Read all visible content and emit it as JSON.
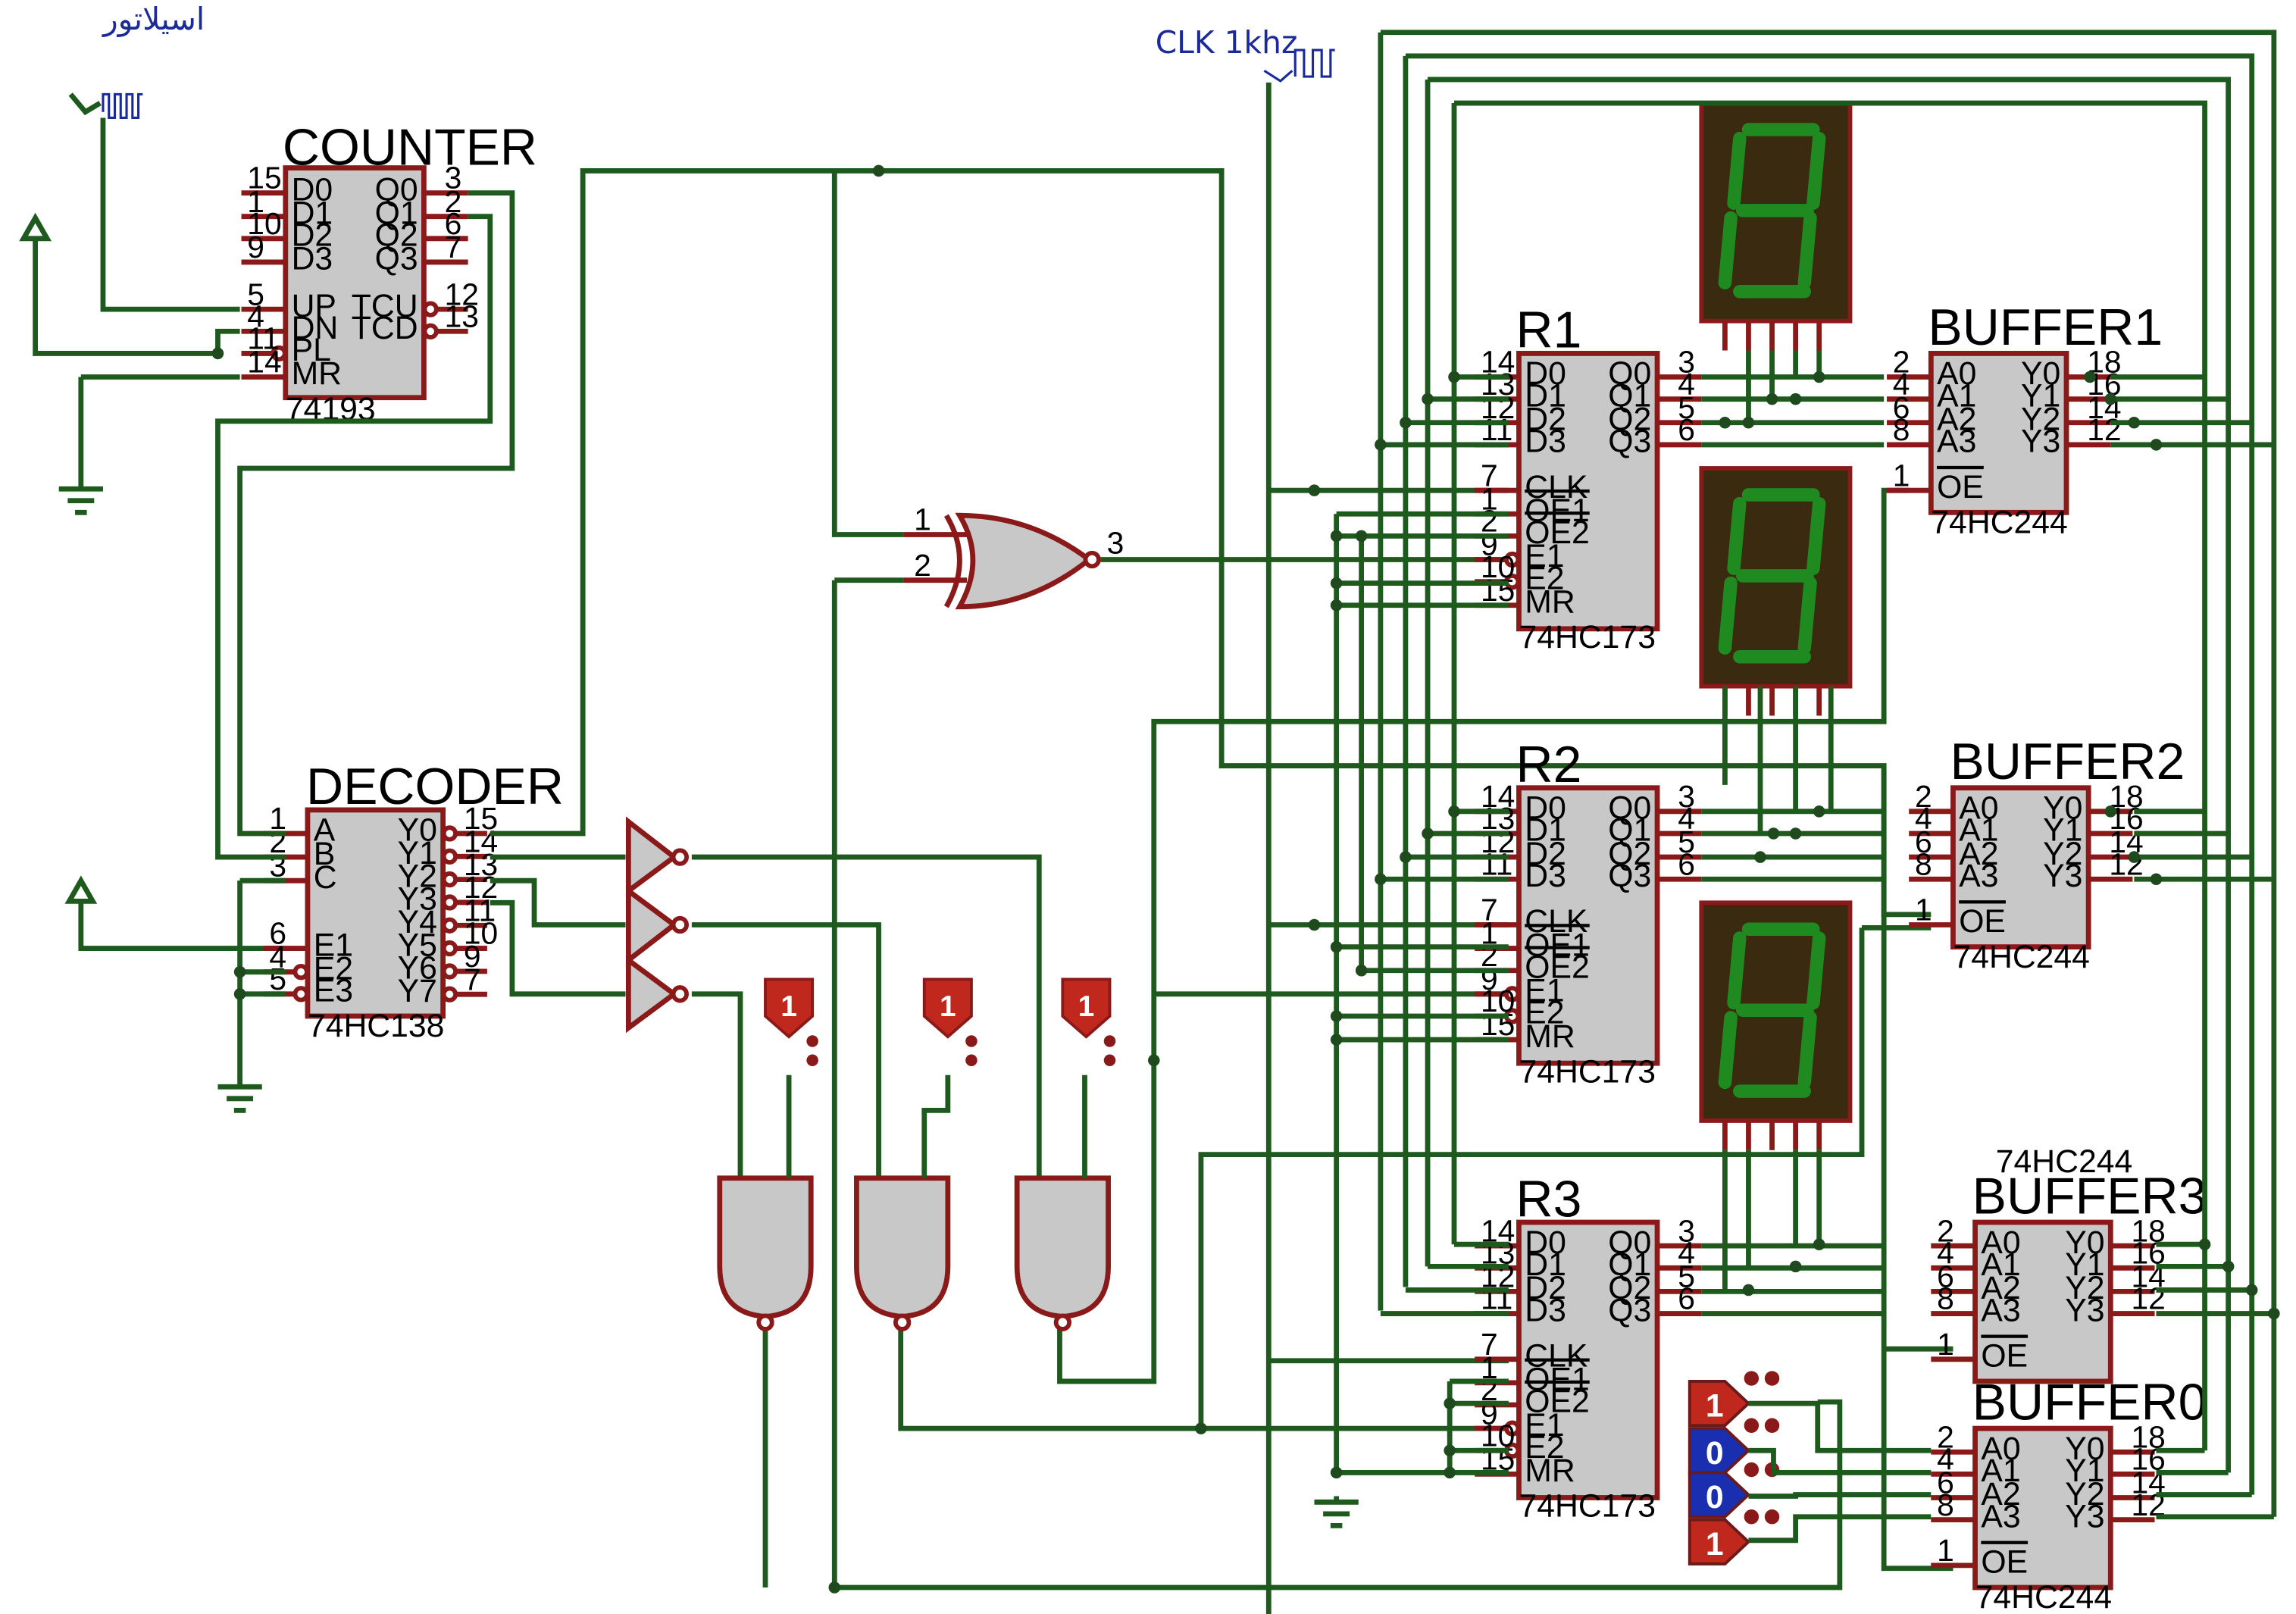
{
  "oscillator_label": "اسیلاتور",
  "clock_label": "CLK  1khz",
  "counter": {
    "title": "COUNTER",
    "part": "74193",
    "left_pins": [
      {
        "name": "D0",
        "num": "15"
      },
      {
        "name": "D1",
        "num": "1"
      },
      {
        "name": "D2",
        "num": "10"
      },
      {
        "name": "D3",
        "num": "9"
      },
      {
        "name": "UP",
        "num": "5"
      },
      {
        "name": "DN",
        "num": "4"
      },
      {
        "name": "PL",
        "num": "11"
      },
      {
        "name": "MR",
        "num": "14"
      }
    ],
    "right_pins": [
      {
        "name": "Q0",
        "num": "3"
      },
      {
        "name": "Q1",
        "num": "2"
      },
      {
        "name": "Q2",
        "num": "6"
      },
      {
        "name": "Q3",
        "num": "7"
      },
      {
        "name": "TCU",
        "num": "12"
      },
      {
        "name": "TCD",
        "num": "13"
      }
    ]
  },
  "decoder": {
    "title": "DECODER",
    "part": "74HC138",
    "left_pins": [
      {
        "name": "A",
        "num": "1"
      },
      {
        "name": "B",
        "num": "2"
      },
      {
        "name": "C",
        "num": "3"
      },
      {
        "name": "E1",
        "num": "6"
      },
      {
        "name": "E2",
        "num": "4"
      },
      {
        "name": "E3",
        "num": "5"
      }
    ],
    "right_pins": [
      {
        "name": "Y0",
        "num": "15"
      },
      {
        "name": "Y1",
        "num": "14"
      },
      {
        "name": "Y2",
        "num": "13"
      },
      {
        "name": "Y3",
        "num": "12"
      },
      {
        "name": "Y4",
        "num": "11"
      },
      {
        "name": "Y5",
        "num": "10"
      },
      {
        "name": "Y6",
        "num": "9"
      },
      {
        "name": "Y7",
        "num": "7"
      }
    ]
  },
  "xor_gate": {
    "in1": "1",
    "in2": "2",
    "out": "3"
  },
  "registers": [
    {
      "title": "R1",
      "part": "74HC173"
    },
    {
      "title": "R2",
      "part": "74HC173"
    },
    {
      "title": "R3",
      "part": "74HC173"
    }
  ],
  "register_pins": {
    "left": [
      {
        "name": "D0",
        "num": "14"
      },
      {
        "name": "D1",
        "num": "13"
      },
      {
        "name": "D2",
        "num": "12"
      },
      {
        "name": "D3",
        "num": "11"
      },
      {
        "name": "CLK",
        "num": "7"
      },
      {
        "name": "OE1",
        "num": "1"
      },
      {
        "name": "OE2",
        "num": "2"
      },
      {
        "name": "E1",
        "num": "9"
      },
      {
        "name": "E2",
        "num": "10"
      },
      {
        "name": "MR",
        "num": "15"
      }
    ],
    "right": [
      {
        "name": "Q0",
        "num": "3"
      },
      {
        "name": "Q1",
        "num": "4"
      },
      {
        "name": "Q2",
        "num": "5"
      },
      {
        "name": "Q3",
        "num": "6"
      }
    ]
  },
  "buffers": [
    {
      "title": "BUFFER1",
      "part": "74HC244"
    },
    {
      "title": "BUFFER2",
      "part": "74HC244"
    },
    {
      "title": "BUFFER3",
      "part": "74HC244"
    },
    {
      "title": "BUFFER0",
      "part": "74HC244"
    }
  ],
  "buffer_pins": {
    "left": [
      {
        "name": "A0",
        "num": "2"
      },
      {
        "name": "A1",
        "num": "4"
      },
      {
        "name": "A2",
        "num": "6"
      },
      {
        "name": "A3",
        "num": "8"
      },
      {
        "name": "OE",
        "num": "1"
      }
    ],
    "right": [
      {
        "name": "Y0",
        "num": "18"
      },
      {
        "name": "Y1",
        "num": "16"
      },
      {
        "name": "Y2",
        "num": "14"
      },
      {
        "name": "Y3",
        "num": "12"
      }
    ]
  },
  "logic_probes": [
    "1",
    "1",
    "1"
  ],
  "logic_states": [
    "1",
    "0",
    "0",
    "1"
  ],
  "colors": {
    "wire": "#1e5a1e",
    "pin": "#8a1a1a",
    "chip": "#c8c8c8",
    "probe": "#c0281e",
    "state_low": "#1a2fb0",
    "segment": "#1f8a1f",
    "display_bg": "#3a2a10"
  }
}
